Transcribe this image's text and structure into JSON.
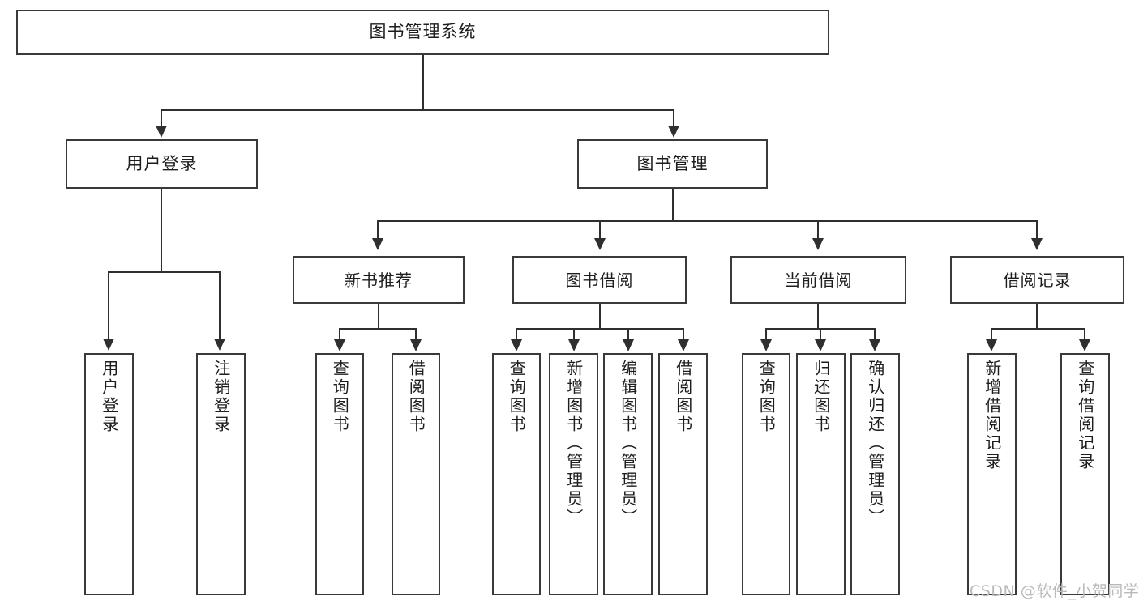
{
  "diagram": {
    "title": "图书管理系统",
    "type": "hierarchy-tree",
    "root": {
      "label": "图书管理系统"
    },
    "level2": [
      {
        "label": "用户登录"
      },
      {
        "label": "图书管理"
      }
    ],
    "level3": [
      {
        "label": "新书推荐"
      },
      {
        "label": "图书借阅"
      },
      {
        "label": "当前借阅"
      },
      {
        "label": "借阅记录"
      }
    ],
    "leaves": {
      "user_login": [
        {
          "label": "用户登录"
        },
        {
          "label": "注销登录"
        }
      ],
      "new_book_recommend": [
        {
          "label": "查询图书"
        },
        {
          "label": "借阅图书"
        }
      ],
      "book_borrow": [
        {
          "label": "查询图书"
        },
        {
          "label": "新增图书（管理员）"
        },
        {
          "label": "编辑图书（管理员）"
        },
        {
          "label": "借阅图书"
        }
      ],
      "current_borrow": [
        {
          "label": "查询图书"
        },
        {
          "label": "归还图书"
        },
        {
          "label": "确认归还（管理员）"
        }
      ],
      "borrow_record": [
        {
          "label": "新增借阅记录"
        },
        {
          "label": "查询借阅记录"
        }
      ]
    }
  },
  "watermark": {
    "text": "CSDN @软件_小贺同学"
  },
  "colors": {
    "box_border": "#3a3a3a",
    "connector": "#2f2f2f",
    "text": "#1d1d1d",
    "background": "#ffffff",
    "watermark": "#b9b9b9"
  }
}
